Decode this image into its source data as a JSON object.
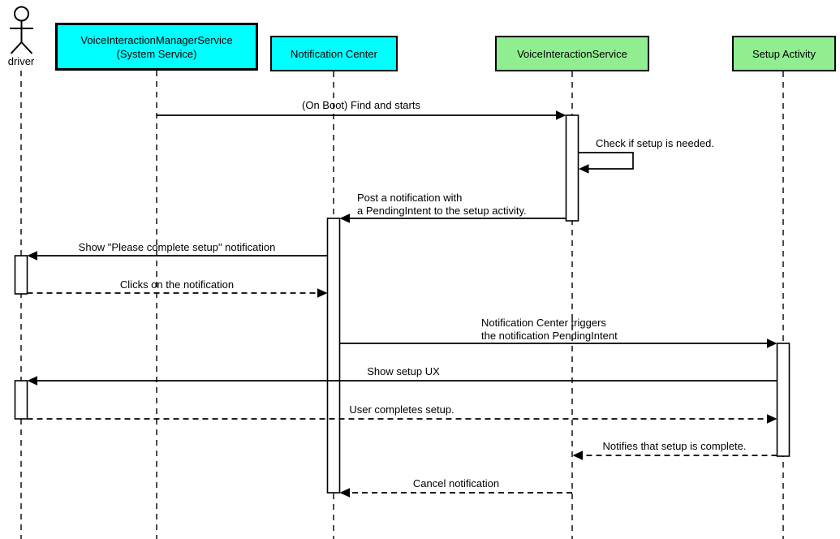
{
  "colors": {
    "background": "#ffffff",
    "line": "#000000",
    "participant_cyan": "#00ffff",
    "participant_green": "#90ee90"
  },
  "actor": {
    "label": "driver"
  },
  "participants": {
    "vims": {
      "line1": "VoiceInteractionManagerService",
      "line2": "(System Service)"
    },
    "notification_center": {
      "label": "Notification Center"
    },
    "vis": {
      "label": "VoiceInteractionService"
    },
    "setup_activity": {
      "label": "Setup Activity"
    }
  },
  "messages": {
    "on_boot": {
      "label": "(On Boot) Find and starts",
      "from": "VoiceInteractionManagerService (System Service)",
      "to": "VoiceInteractionService",
      "style": "solid"
    },
    "check_setup": {
      "label": "Check if setup is needed.",
      "from": "VoiceInteractionService",
      "to": "VoiceInteractionService",
      "style": "solid-self"
    },
    "post_notification": {
      "line1": "Post a notification with",
      "line2": "a PendingIntent to the setup activity.",
      "from": "VoiceInteractionService",
      "to": "Notification Center",
      "style": "solid"
    },
    "show_notification": {
      "label": "Show \"Please complete setup\" notification",
      "from": "Notification Center",
      "to": "driver",
      "style": "solid"
    },
    "click_notification": {
      "label": "Clicks on the notification",
      "from": "driver",
      "to": "Notification Center",
      "style": "dashed"
    },
    "trigger_pendingintent": {
      "line1": "Notification Center triggers",
      "line2": "the notification PendingIntent",
      "from": "Notification Center",
      "to": "Setup Activity",
      "style": "solid"
    },
    "show_setup_ux": {
      "label": "Show setup UX",
      "from": "Setup Activity",
      "to": "driver",
      "style": "solid"
    },
    "complete_setup": {
      "label": "User completes setup.",
      "from": "driver",
      "to": "Setup Activity",
      "style": "dashed"
    },
    "notify_complete": {
      "label": "Notifies that setup is complete.",
      "from": "Setup Activity",
      "to": "VoiceInteractionService",
      "style": "dashed"
    },
    "cancel_notification": {
      "label": "Cancel notification",
      "from": "VoiceInteractionService",
      "to": "Notification Center",
      "style": "dashed"
    }
  }
}
